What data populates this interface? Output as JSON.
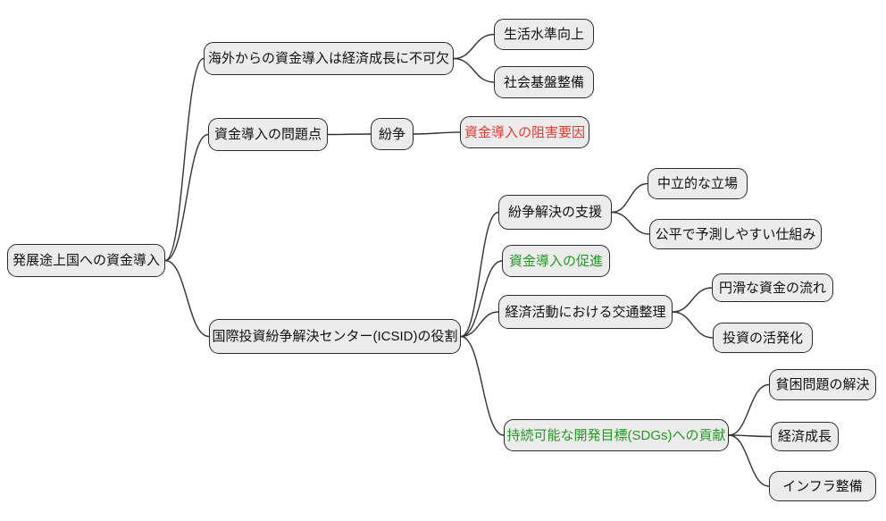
{
  "diagram": {
    "type": "mindmap",
    "background_color": "#ffffff",
    "node_fill_color": "#ececec",
    "node_border_color": "#2b2b2b",
    "edge_color": "#333333",
    "text_color": "#111111",
    "red_text_color": "#e8382e",
    "green_text_color": "#229a22",
    "nodes": [
      {
        "id": "root",
        "label": "発展途上国への資金導入",
        "color": "default",
        "parent": null
      },
      {
        "id": "overseas",
        "label": "海外からの資金導入は経済成長に不可欠",
        "color": "default",
        "parent": "root"
      },
      {
        "id": "living",
        "label": "生活水準向上",
        "color": "default",
        "parent": "overseas"
      },
      {
        "id": "infra-social",
        "label": "社会基盤整備",
        "color": "default",
        "parent": "overseas"
      },
      {
        "id": "problem",
        "label": "資金導入の問題点",
        "color": "default",
        "parent": "root"
      },
      {
        "id": "dispute",
        "label": "紛争",
        "color": "default",
        "parent": "problem"
      },
      {
        "id": "obstacle",
        "label": "資金導入の阻害要因",
        "color": "red",
        "parent": "dispute"
      },
      {
        "id": "icsid",
        "label": "国際投資紛争解決センター(ICSID)の役割",
        "color": "default",
        "parent": "root"
      },
      {
        "id": "support",
        "label": "紛争解決の支援",
        "color": "default",
        "parent": "icsid"
      },
      {
        "id": "neutral",
        "label": "中立的な立場",
        "color": "default",
        "parent": "support"
      },
      {
        "id": "fair",
        "label": "公平で予測しやすい仕組み",
        "color": "default",
        "parent": "support"
      },
      {
        "id": "promote",
        "label": "資金導入の促進",
        "color": "green",
        "parent": "icsid"
      },
      {
        "id": "traffic",
        "label": "経済活動における交通整理",
        "color": "default",
        "parent": "icsid"
      },
      {
        "id": "smooth",
        "label": "円滑な資金の流れ",
        "color": "default",
        "parent": "traffic"
      },
      {
        "id": "invest",
        "label": "投資の活発化",
        "color": "default",
        "parent": "traffic"
      },
      {
        "id": "sdgs",
        "label": "持続可能な開発目標(SDGs)への貢献",
        "color": "green",
        "parent": "icsid"
      },
      {
        "id": "poverty",
        "label": "貧困問題の解決",
        "color": "default",
        "parent": "sdgs"
      },
      {
        "id": "growth",
        "label": "経済成長",
        "color": "default",
        "parent": "sdgs"
      },
      {
        "id": "infra",
        "label": "インフラ整備",
        "color": "default",
        "parent": "sdgs"
      }
    ]
  }
}
